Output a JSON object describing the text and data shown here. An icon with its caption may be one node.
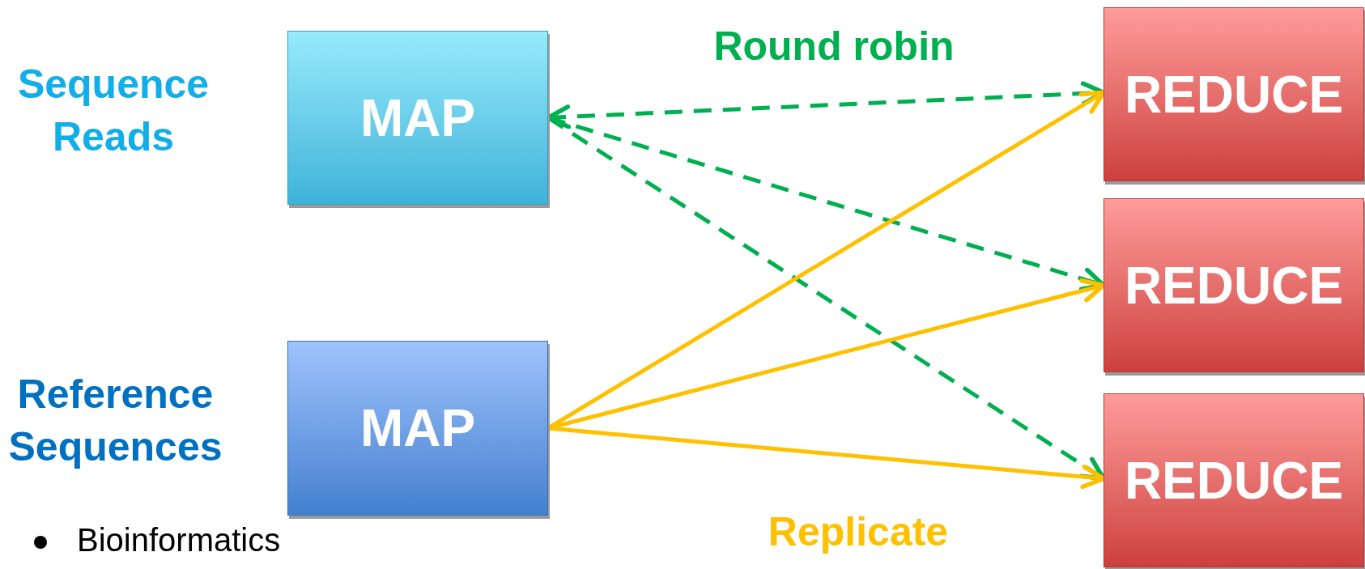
{
  "diagram": {
    "nodes": [
      {
        "text": [
          "MAP"
        ]
      },
      {
        "text": [
          "MAP"
        ]
      },
      {
        "text": [
          "REDUCE"
        ]
      },
      {
        "text": [
          "REDUCE"
        ]
      },
      {
        "text": [
          "REDUCE"
        ]
      }
    ],
    "edges": [
      {
        "from": 0,
        "to": 2,
        "arrow": "both",
        "style": "dashed",
        "color": "#00b050"
      },
      {
        "from": 0,
        "to": 3,
        "arrow": "to",
        "style": "dashed",
        "color": "#00b050"
      },
      {
        "from": 0,
        "to": 4,
        "arrow": "to",
        "style": "dashed",
        "color": "#00b050"
      },
      {
        "from": 1,
        "to": 2,
        "arrow": "to",
        "color": "#ffc000"
      },
      {
        "from": 1,
        "to": 3,
        "arrow": "to",
        "color": "#ffc000"
      },
      {
        "from": 1,
        "to": 4,
        "arrow": "to",
        "color": "#ffc000"
      }
    ],
    "labels": [
      "Sequence Reads",
      "Round robin",
      "Reference Sequences",
      "Replicate",
      "Bioinformatics"
    ]
  }
}
